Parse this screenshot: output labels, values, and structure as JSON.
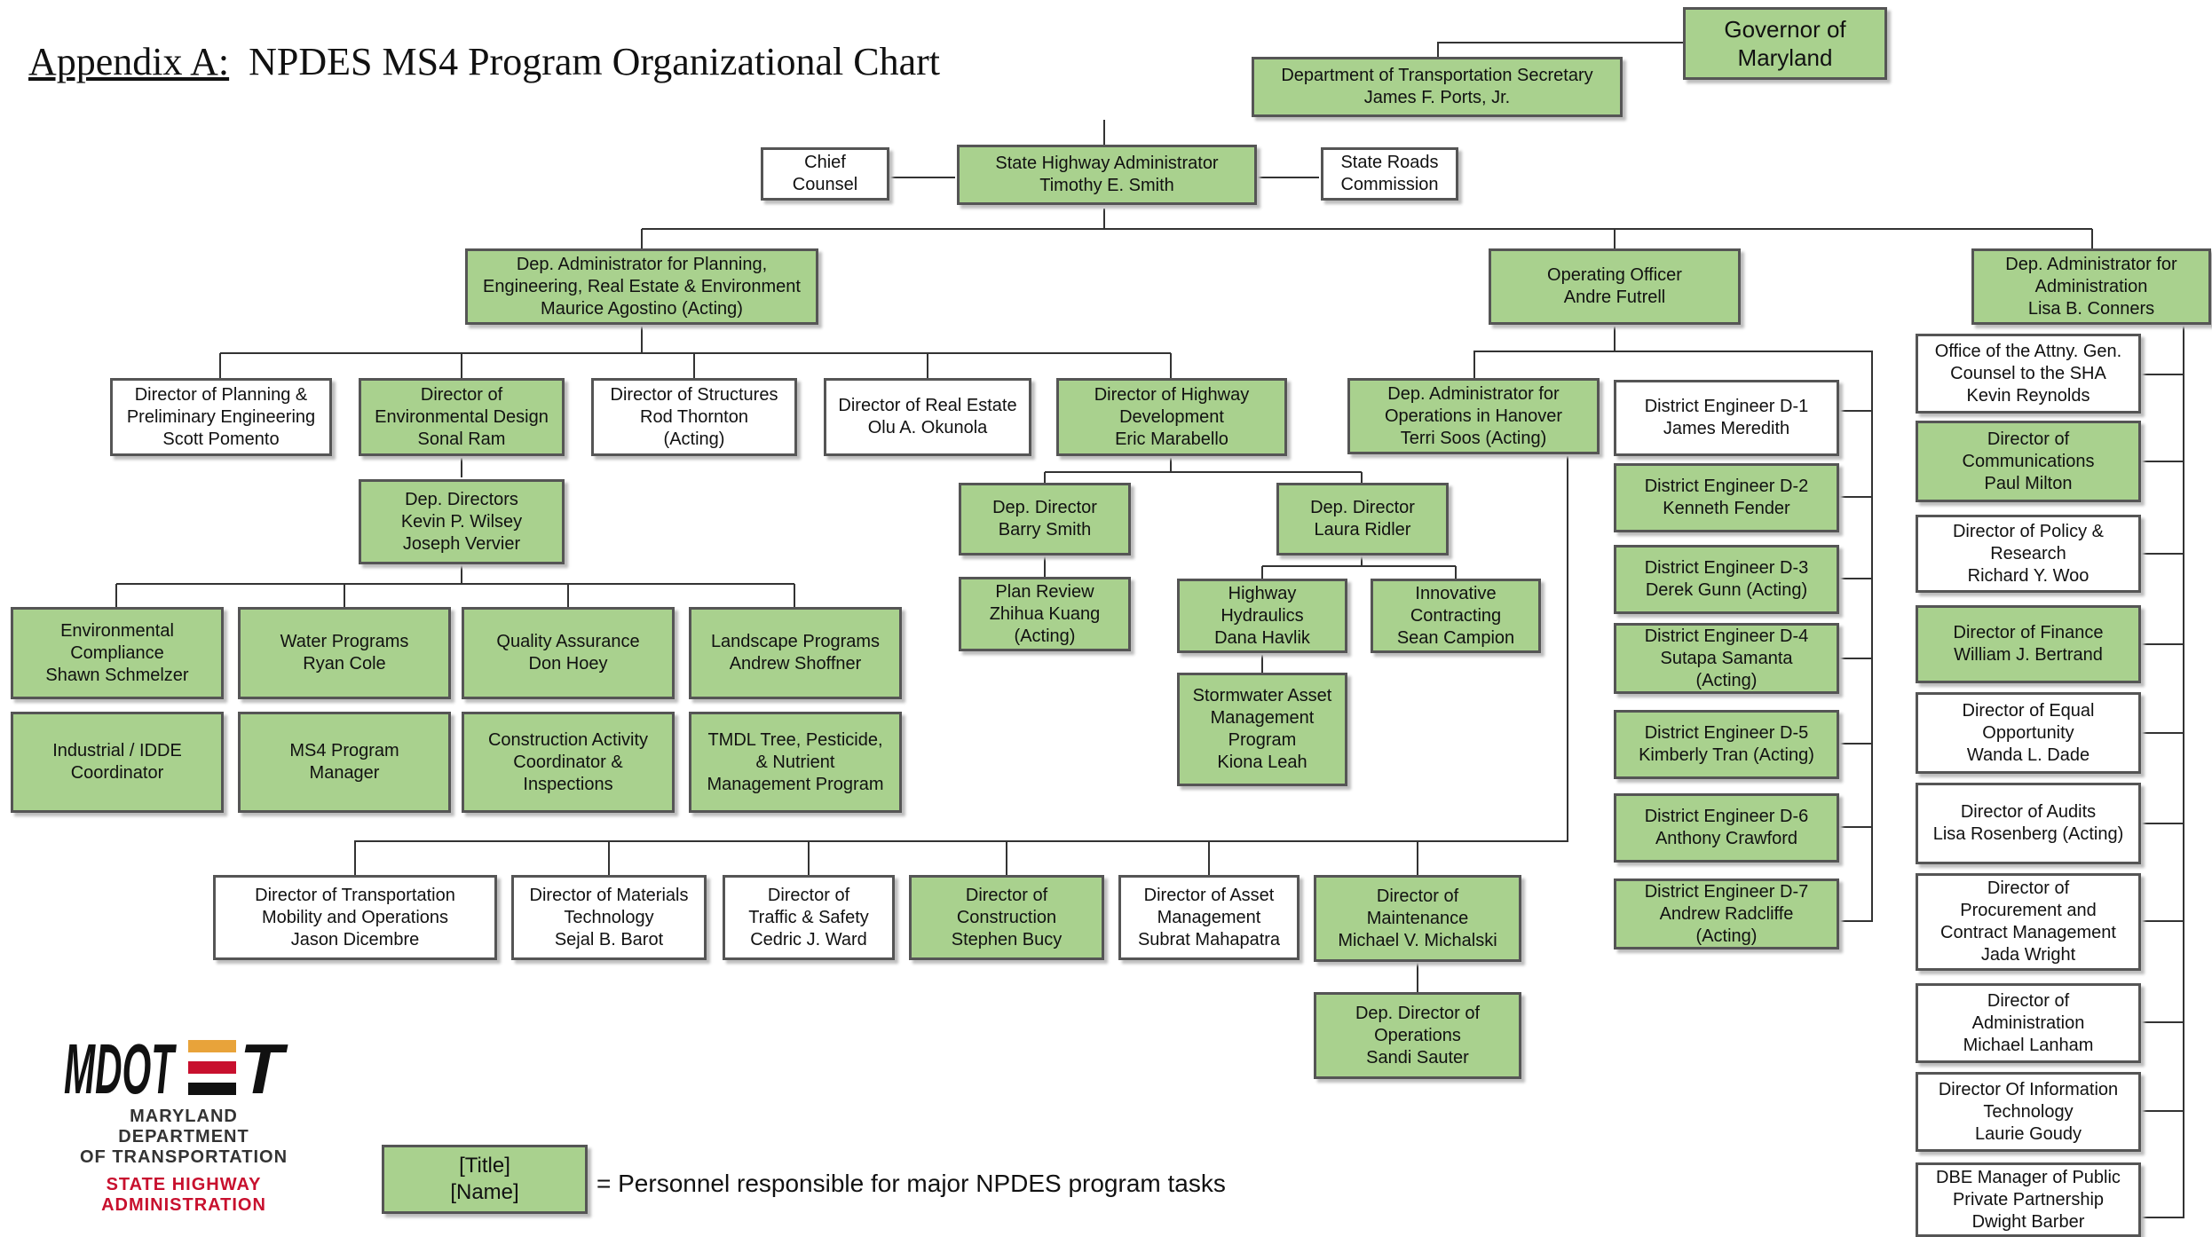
{
  "title": {
    "prefix": "Appendix A:",
    "main": "NPDES MS4 Program Organizational Chart"
  },
  "colors": {
    "responsible": "#a9d18e",
    "other": "#ffffff",
    "border": "#555555",
    "logo_orange": "#e8a33a",
    "logo_red": "#c8102e"
  },
  "logo": {
    "mark": "MDOT",
    "line1": "MARYLAND DEPARTMENT",
    "line2": "OF TRANSPORTATION",
    "line3": "STATE HIGHWAY",
    "line4": "ADMINISTRATION"
  },
  "legend": {
    "title": "[Title]",
    "name": "[Name]",
    "text": "= Personnel responsible for major NPDES program tasks"
  },
  "org": {
    "governor": {
      "lines": [
        "Governor of",
        "Maryland"
      ],
      "responsible": true
    },
    "secretary": {
      "lines": [
        "Department of Transportation Secretary",
        "James F. Ports, Jr."
      ],
      "responsible": true
    },
    "chief_counsel": {
      "lines": [
        "Chief",
        "Counsel"
      ],
      "responsible": false
    },
    "sha_admin": {
      "lines": [
        "State Highway Administrator",
        "Timothy E. Smith"
      ],
      "responsible": true
    },
    "roads_commission": {
      "lines": [
        "State Roads",
        "Commission"
      ],
      "responsible": false
    },
    "dep_planning": {
      "lines": [
        "Dep. Administrator for Planning,",
        "Engineering, Real Estate & Environment",
        "Maurice Agostino (Acting)"
      ],
      "responsible": true
    },
    "operating_officer": {
      "lines": [
        "Operating Officer",
        "Andre Futrell"
      ],
      "responsible": true
    },
    "dep_administration": {
      "lines": [
        "Dep. Administrator for",
        "Administration",
        "Lisa B. Conners"
      ],
      "responsible": true
    },
    "dir_planning": {
      "lines": [
        "Director of Planning &",
        "Preliminary Engineering",
        "Scott Pomento"
      ],
      "responsible": false
    },
    "dir_env_design": {
      "lines": [
        "Director of",
        "Environmental Design",
        "Sonal Ram"
      ],
      "responsible": true
    },
    "dir_structures": {
      "lines": [
        "Director of Structures",
        "Rod Thornton",
        "(Acting)"
      ],
      "responsible": false
    },
    "dir_real_estate": {
      "lines": [
        "Director of Real Estate",
        "Olu A. Okunola"
      ],
      "responsible": false
    },
    "dir_hwy_dev": {
      "lines": [
        "Director of Highway",
        "Development",
        "Eric Marabello"
      ],
      "responsible": true
    },
    "env_dep_directors": {
      "lines": [
        "Dep. Directors",
        "Kevin P. Wilsey",
        "Joseph Vervier"
      ],
      "responsible": true
    },
    "env_compliance": {
      "lines": [
        "Environmental",
        "Compliance",
        "Shawn Schmelzer"
      ],
      "responsible": true
    },
    "water_programs": {
      "lines": [
        "Water Programs",
        "Ryan Cole"
      ],
      "responsible": true
    },
    "quality_assurance": {
      "lines": [
        "Quality Assurance",
        "Don Hoey"
      ],
      "responsible": true
    },
    "landscape_programs": {
      "lines": [
        "Landscape Programs",
        "Andrew Shoffner"
      ],
      "responsible": true
    },
    "industrial_idde": {
      "lines": [
        "Industrial / IDDE",
        "Coordinator"
      ],
      "responsible": true
    },
    "ms4_manager": {
      "lines": [
        "MS4 Program",
        "Manager"
      ],
      "responsible": true
    },
    "construction_activity": {
      "lines": [
        "Construction Activity",
        "Coordinator &",
        "Inspections"
      ],
      "responsible": true
    },
    "tmdl_program": {
      "lines": [
        "TMDL Tree, Pesticide,",
        "&  Nutrient",
        "Management Program"
      ],
      "responsible": true
    },
    "hd_dep_barry": {
      "lines": [
        "Dep. Director",
        "Barry Smith"
      ],
      "responsible": true
    },
    "hd_dep_laura": {
      "lines": [
        "Dep. Director",
        "Laura Ridler"
      ],
      "responsible": true
    },
    "plan_review": {
      "lines": [
        "Plan Review",
        "Zhihua Kuang",
        "(Acting)"
      ],
      "responsible": true
    },
    "hwy_hydraulics": {
      "lines": [
        "Highway",
        "Hydraulics",
        "Dana Havlik"
      ],
      "responsible": true
    },
    "innovative_contracting": {
      "lines": [
        "Innovative",
        "Contracting",
        "Sean Campion"
      ],
      "responsible": true
    },
    "stormwater_asset": {
      "lines": [
        "Stormwater Asset",
        "Management",
        "Program",
        "Kiona Leah"
      ],
      "responsible": true
    },
    "dep_ops_hanover": {
      "lines": [
        "Dep. Administrator for",
        "Operations in Hanover",
        "Terri Soos (Acting)"
      ],
      "responsible": true
    },
    "district_1": {
      "lines": [
        "District Engineer D-1",
        "James Meredith"
      ],
      "responsible": false
    },
    "district_2": {
      "lines": [
        "District Engineer D-2",
        "Kenneth Fender"
      ],
      "responsible": true
    },
    "district_3": {
      "lines": [
        "District Engineer D-3",
        "Derek Gunn (Acting)"
      ],
      "responsible": true
    },
    "district_4": {
      "lines": [
        "District Engineer D-4",
        "Sutapa Samanta",
        "(Acting)"
      ],
      "responsible": true
    },
    "district_5": {
      "lines": [
        "District Engineer D-5",
        "Kimberly Tran (Acting)"
      ],
      "responsible": true
    },
    "district_6": {
      "lines": [
        "District Engineer D-6",
        "Anthony  Crawford"
      ],
      "responsible": true
    },
    "district_7": {
      "lines": [
        "District Engineer D-7",
        "Andrew Radcliffe",
        "(Acting)"
      ],
      "responsible": true
    },
    "dir_tmo": {
      "lines": [
        "Director of Transportation",
        "Mobility and Operations",
        "Jason Dicembre"
      ],
      "responsible": false
    },
    "dir_materials": {
      "lines": [
        "Director of Materials",
        "Technology",
        "Sejal B. Barot"
      ],
      "responsible": false
    },
    "dir_traffic": {
      "lines": [
        "Director of",
        "Traffic & Safety",
        "Cedric J. Ward"
      ],
      "responsible": false
    },
    "dir_construction": {
      "lines": [
        "Director of",
        "Construction",
        "Stephen Bucy"
      ],
      "responsible": true
    },
    "dir_asset": {
      "lines": [
        "Director of Asset",
        "Management",
        "Subrat Mahapatra"
      ],
      "responsible": false
    },
    "dir_maintenance": {
      "lines": [
        "Director of",
        "Maintenance",
        "Michael V. Michalski"
      ],
      "responsible": true
    },
    "dep_dir_operations": {
      "lines": [
        "Dep. Director of",
        "Operations",
        "Sandi Sauter"
      ],
      "responsible": true
    },
    "office_attny": {
      "lines": [
        "Office of the Attny. Gen.",
        "Counsel to the SHA",
        "Kevin Reynolds"
      ],
      "responsible": false
    },
    "dir_communications": {
      "lines": [
        "Director of",
        "Communications",
        "Paul Milton"
      ],
      "responsible": true
    },
    "dir_policy": {
      "lines": [
        "Director of Policy &",
        "Research",
        "Richard Y. Woo"
      ],
      "responsible": false
    },
    "dir_finance": {
      "lines": [
        "Director of Finance",
        "William J. Bertrand"
      ],
      "responsible": true
    },
    "dir_equal_opp": {
      "lines": [
        "Director of Equal",
        "Opportunity",
        "Wanda L. Dade"
      ],
      "responsible": false
    },
    "dir_audits": {
      "lines": [
        "Director of Audits",
        "Lisa Rosenberg (Acting)"
      ],
      "responsible": false
    },
    "dir_procurement": {
      "lines": [
        "Director of",
        "Procurement and",
        "Contract Management",
        "Jada Wright"
      ],
      "responsible": false
    },
    "dir_administration": {
      "lines": [
        "Director of",
        "Administration",
        "Michael Lanham"
      ],
      "responsible": false
    },
    "dir_info_tech": {
      "lines": [
        "Director Of Information",
        "Technology",
        "Laurie Goudy"
      ],
      "responsible": false
    },
    "dbe_manager": {
      "lines": [
        "DBE Manager of Public",
        "Private Partnership",
        "Dwight Barber"
      ],
      "responsible": false
    }
  }
}
